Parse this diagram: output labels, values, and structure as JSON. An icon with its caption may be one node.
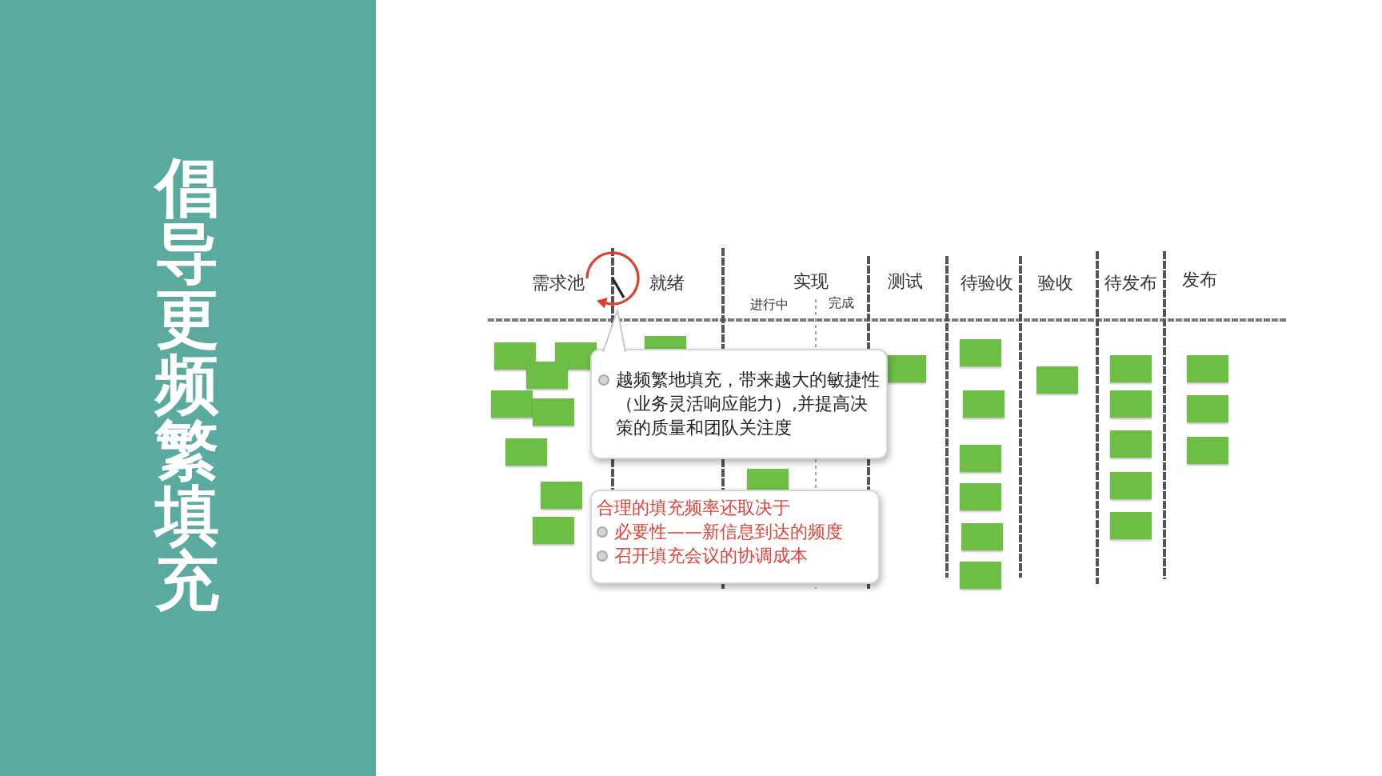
{
  "diagram": {
    "title": "倡导更频繁填充",
    "nodes": [
      {
        "text": [],
        "shape": "picture"
      },
      {
        "text": [
          "越频繁地填充，带来越大的敏捷性（业务灵活响应能力）,并提高决策的质量和团队关注度"
        ]
      },
      {
        "text": [
          "合理的填充频率还取决于",
          "必要性——新信息到达的频度",
          "召开填充会议的协调成本"
        ]
      }
    ],
    "edges": [
      {
        "from": 1,
        "to": 0,
        "arrow": "none"
      }
    ],
    "labels": [
      "需求池",
      "就绪",
      "实现",
      "进行中",
      "完成",
      "测试",
      "待验收",
      "验收",
      "待发布",
      "发布"
    ]
  }
}
